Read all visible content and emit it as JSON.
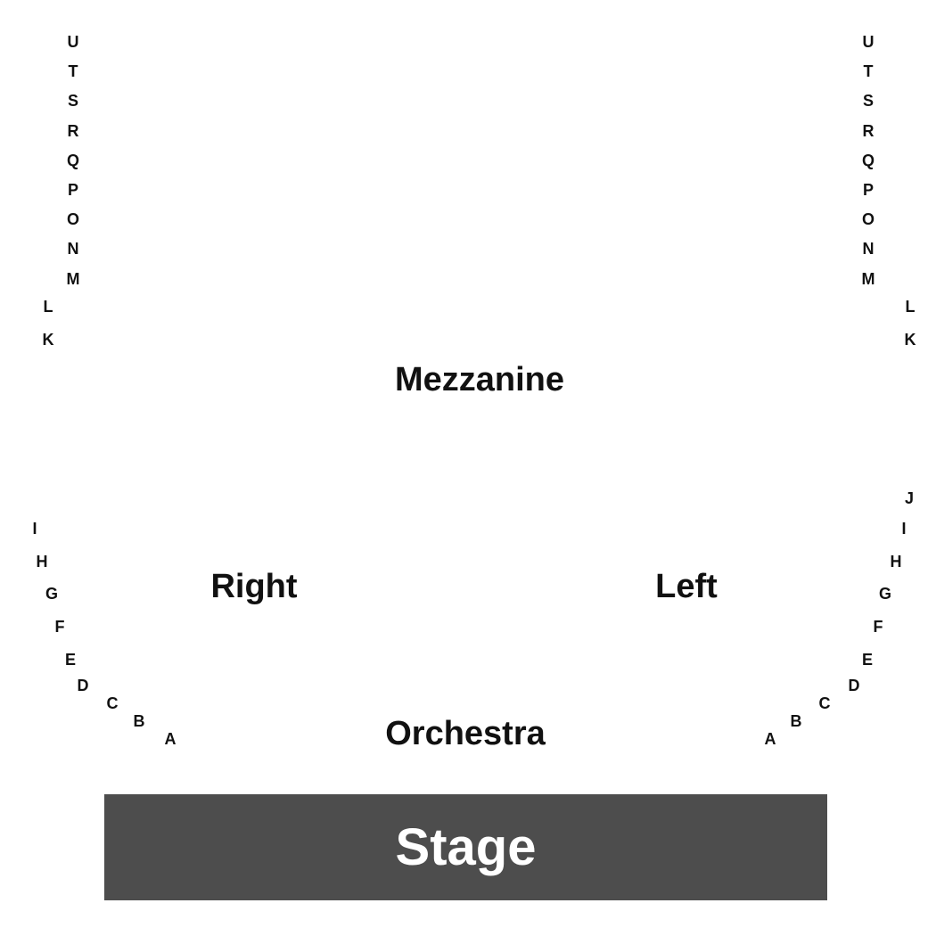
{
  "sections": {
    "mezzanine": "Mezzanine",
    "right": "Right",
    "left": "Left",
    "orchestra": "Orchestra",
    "stage": "Stage"
  },
  "colors": {
    "stage_fill": "#4d4d4d",
    "stage_text": "#ffffff",
    "label_text": "#111111",
    "background": "#ffffff"
  },
  "rows": {
    "mezzanine_left": [
      "U",
      "T",
      "S",
      "R",
      "Q",
      "P",
      "O",
      "N",
      "M",
      "L",
      "K"
    ],
    "mezzanine_right": [
      "U",
      "T",
      "S",
      "R",
      "Q",
      "P",
      "O",
      "N",
      "M",
      "L",
      "K"
    ],
    "orchestra_left": [
      "I",
      "H",
      "G",
      "F",
      "E",
      "D",
      "C",
      "B",
      "A"
    ],
    "orchestra_right": [
      "J",
      "I",
      "H",
      "G",
      "F",
      "E",
      "D",
      "C",
      "B",
      "A"
    ]
  }
}
